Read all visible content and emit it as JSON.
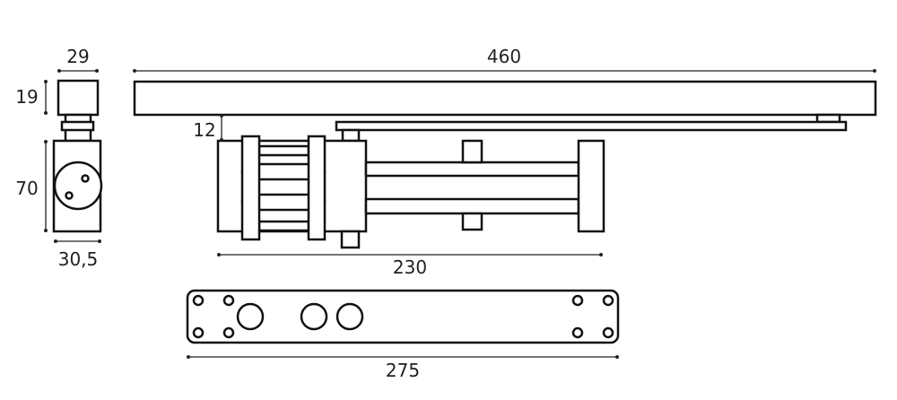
{
  "dimensions": {
    "side_width": "29",
    "side_top_height": "19",
    "side_body_height": "70",
    "side_body_width": "30,5",
    "rail_length": "460",
    "rail_gap": "12",
    "body_length": "230",
    "plate_length": "275"
  },
  "colors": {
    "line": "#111111",
    "background": "#ffffff"
  }
}
